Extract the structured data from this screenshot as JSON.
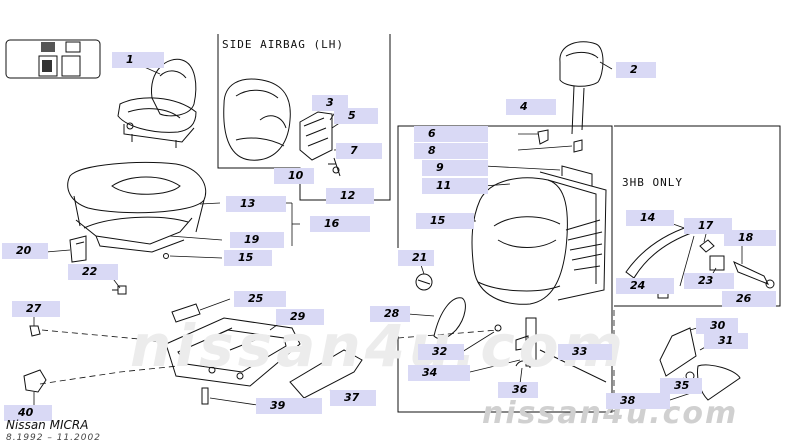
{
  "diagram": {
    "section_titles": {
      "airbag": "SIDE AIRBAG (LH)",
      "option": "3HB ONLY"
    },
    "callouts": [
      "1",
      "2",
      "3",
      "4",
      "5",
      "6",
      "7",
      "8",
      "9",
      "10",
      "11",
      "12",
      "13",
      "14",
      "15",
      "16",
      "17",
      "18",
      "19",
      "15",
      "20",
      "21",
      "22",
      "23",
      "24",
      "25",
      "26",
      "27",
      "28",
      "29",
      "30",
      "31",
      "32",
      "33",
      "34",
      "35",
      "36",
      "37",
      "38",
      "39",
      "40"
    ],
    "watermark": "nissan4u.com",
    "model_name": "Nissan MICRA",
    "model_dates": "8.1992 – 11.2002"
  }
}
